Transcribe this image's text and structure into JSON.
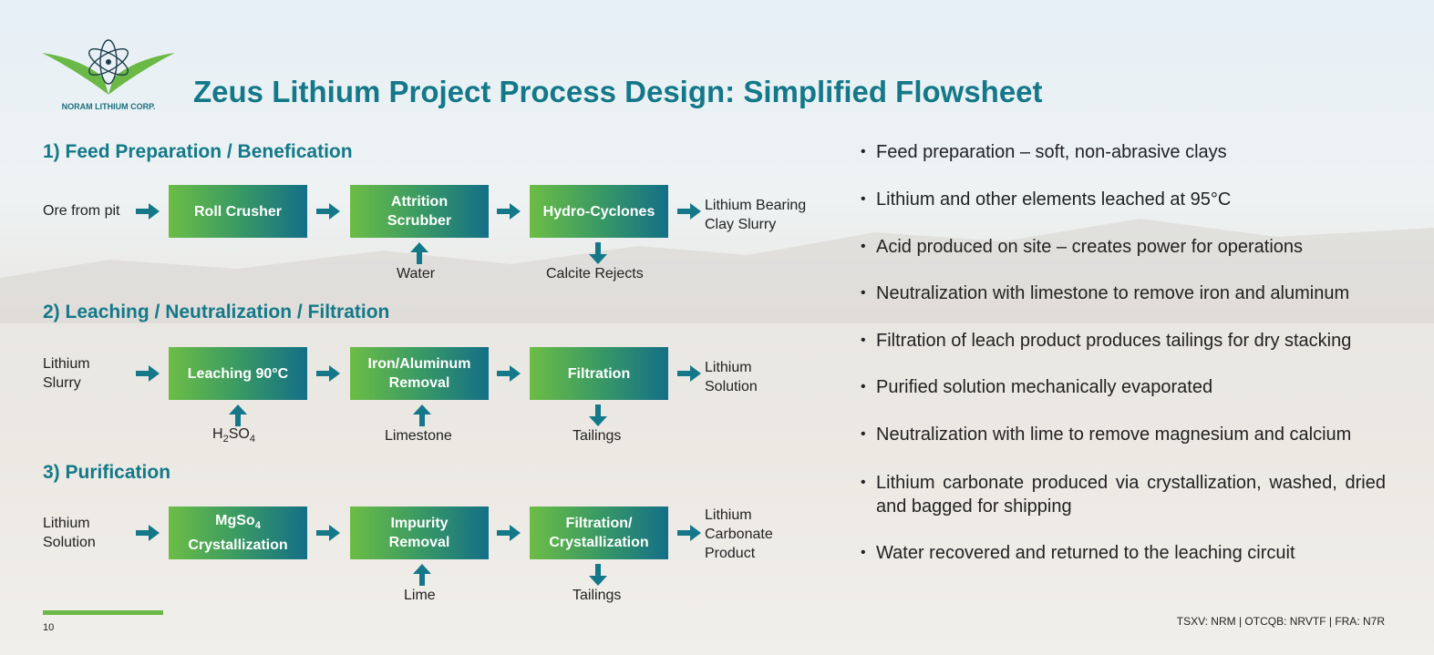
{
  "logo": {
    "company": "NORAM LITHIUM CORP."
  },
  "title": "Zeus Lithium Project Process Design: Simplified Flowsheet",
  "sections": [
    {
      "heading": "1) Feed Preparation / Benefication",
      "input": "Ore from pit",
      "boxes": [
        "Roll Crusher",
        "Attrition Scrubber",
        "Hydro-Cyclones"
      ],
      "output": "Lithium Bearing Clay Slurry",
      "below": [
        "Water",
        "Calcite Rejects"
      ]
    },
    {
      "heading": "2) Leaching / Neutralization / Filtration",
      "input": "Lithium Slurry",
      "boxes": [
        "Leaching 90°C",
        "Iron/Aluminum Removal",
        "Filtration"
      ],
      "output": "Lithium Solution",
      "below": [
        "H2SO4",
        "Limestone",
        "Tailings"
      ]
    },
    {
      "heading": "3) Purification",
      "input": "Lithium Solution",
      "boxes": [
        "MgSo4 Crystallization",
        "Impurity Removal",
        "Filtration/ Crystallization"
      ],
      "output": "Lithium Carbonate Product",
      "below": [
        "Lime",
        "Tailings"
      ]
    }
  ],
  "bullets": [
    "Feed preparation – soft, non-abrasive clays",
    "Lithium and other elements leached at 95°C",
    "Acid produced on site – creates power for operations",
    "Neutralization with limestone to remove iron and aluminum",
    "Filtration of leach product produces tailings for dry stacking",
    "Purified solution mechanically evaporated",
    "Neutralization with lime to remove magnesium and calcium",
    "Lithium carbonate produced via crystallization, washed, dried and bagged for shipping",
    "Water recovered and returned to the leaching circuit"
  ],
  "page_number": "10",
  "footer": "TSXV: NRM | OTCQB: NRVTF | FRA: N7R",
  "colors": {
    "title": "#147889",
    "box_start": "#6cbd45",
    "box_end": "#136f87",
    "arrow": "#147889",
    "accent_line": "#6ab845"
  }
}
